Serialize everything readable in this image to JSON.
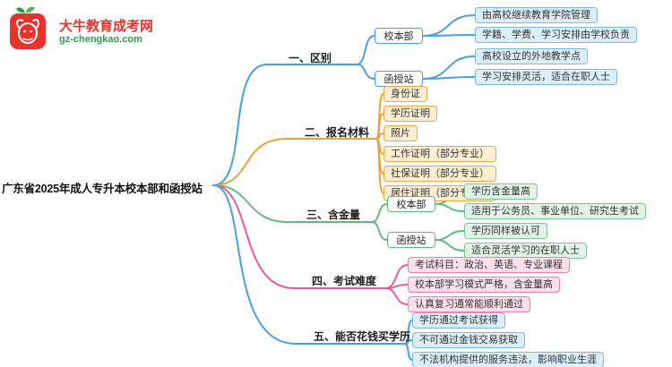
{
  "logo": {
    "site_name": "大牛教育成考网",
    "site_url": "gz-chengkao.com",
    "brand_red": "#e8332a",
    "brand_green": "#2e9e46"
  },
  "root": {
    "label": "广东省2025年成人专升本校本部和函授站"
  },
  "palette": {
    "blue": "#4aa0e0",
    "blue_fill": "#ddeefb",
    "orange": "#e9a23c",
    "orange_fill": "#fdeed2",
    "green": "#5fbd82",
    "green_fill": "#e1f3e8",
    "pink": "#ee5a93",
    "pink_fill": "#fbdfeb"
  },
  "branches": [
    {
      "label": "一、区别",
      "color": "#4aa0e0",
      "groups": [
        {
          "label": "校本部",
          "leaves": [
            "由高校继续教育学院管理",
            "学籍、学费、学习安排由学校负责"
          ]
        },
        {
          "label": "函授站",
          "leaves": [
            "高校设立的外地教学点",
            "学习安排灵活，适合在职人士"
          ]
        }
      ]
    },
    {
      "label": "二、报名材料",
      "color": "#e9a23c",
      "leaves": [
        "身份证",
        "学历证明",
        "照片",
        "工作证明（部分专业）",
        "社保证明（部分专业）",
        "居住证明（部分专业）"
      ]
    },
    {
      "label": "三、含金量",
      "color": "#5fbd82",
      "groups": [
        {
          "label": "校本部",
          "leaves": [
            "学历含金量高",
            "适用于公务员、事业单位、研究生考试"
          ]
        },
        {
          "label": "函授站",
          "leaves": [
            "学历同样被认可",
            "适合灵活学习的在职人士"
          ]
        }
      ]
    },
    {
      "label": "四、考试难度",
      "color": "#ee5a93",
      "leaves": [
        "考试科目：政治、英语、专业课程",
        "校本部学习模式严格，含金量高",
        "认真复习通常能顺利通过"
      ]
    },
    {
      "label": "五、能否花钱买学历",
      "color": "#4aa0e0",
      "leaves": [
        "学历通过考试获得",
        "不可通过金钱交易获取",
        "不法机构提供的服务违法，影响职业生涯"
      ]
    }
  ]
}
